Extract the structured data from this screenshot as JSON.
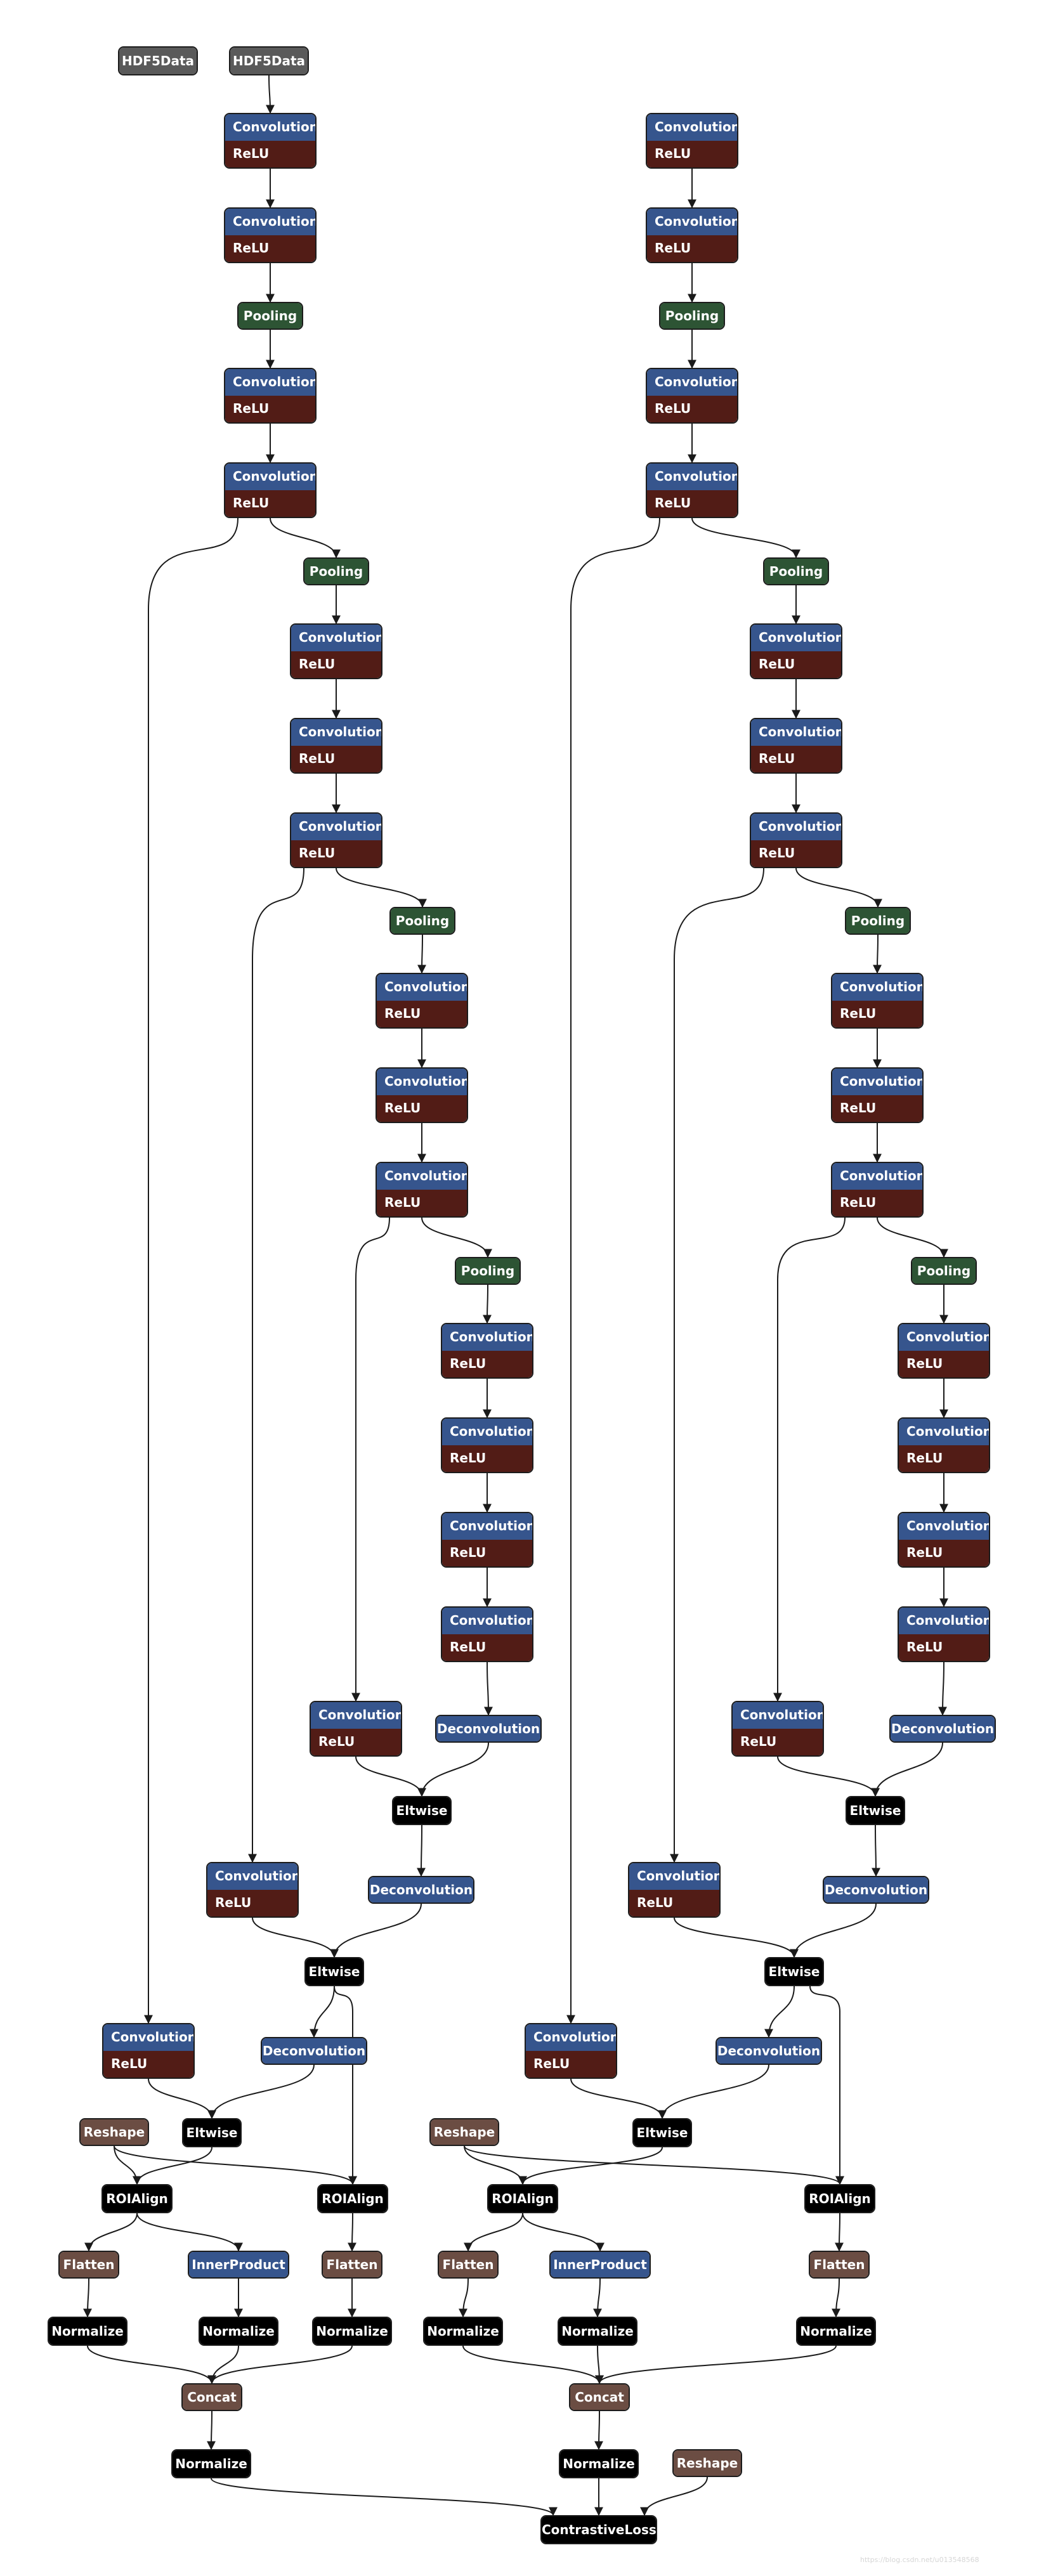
{
  "colors": {
    "convolution": "#36558d",
    "relu": "#521c16",
    "pooling": "#2d5434",
    "data": "#5a5a5a",
    "reshape_flatten_concat": "#6b4d43",
    "eltwise_roi_normalize_loss": "#000000",
    "edge": "#1a1a1a",
    "background": "#ffffff"
  },
  "nodes": [
    {
      "id": "d1",
      "kind": "data",
      "label": "HDF5Data"
    },
    {
      "id": "d2",
      "kind": "data",
      "label": "HDF5Data"
    },
    {
      "id": "a1",
      "kind": "conv",
      "label": "Convolution",
      "sub": "ReLU"
    },
    {
      "id": "a2",
      "kind": "conv",
      "label": "Convolution",
      "sub": "ReLU"
    },
    {
      "id": "ap1",
      "kind": "pool",
      "label": "Pooling"
    },
    {
      "id": "a3",
      "kind": "conv",
      "label": "Convolution",
      "sub": "ReLU"
    },
    {
      "id": "a4",
      "kind": "conv",
      "label": "Convolution",
      "sub": "ReLU"
    },
    {
      "id": "ap2",
      "kind": "pool",
      "label": "Pooling"
    },
    {
      "id": "a5",
      "kind": "conv",
      "label": "Convolution",
      "sub": "ReLU"
    },
    {
      "id": "a6",
      "kind": "conv",
      "label": "Convolution",
      "sub": "ReLU"
    },
    {
      "id": "a7",
      "kind": "conv",
      "label": "Convolution",
      "sub": "ReLU"
    },
    {
      "id": "ap3",
      "kind": "pool",
      "label": "Pooling"
    },
    {
      "id": "a8",
      "kind": "conv",
      "label": "Convolution",
      "sub": "ReLU"
    },
    {
      "id": "a9",
      "kind": "conv",
      "label": "Convolution",
      "sub": "ReLU"
    },
    {
      "id": "a10",
      "kind": "conv",
      "label": "Convolution",
      "sub": "ReLU"
    },
    {
      "id": "ap4",
      "kind": "pool",
      "label": "Pooling"
    },
    {
      "id": "a11",
      "kind": "conv",
      "label": "Convolution",
      "sub": "ReLU"
    },
    {
      "id": "a12",
      "kind": "conv",
      "label": "Convolution",
      "sub": "ReLU"
    },
    {
      "id": "a13",
      "kind": "conv",
      "label": "Convolution",
      "sub": "ReLU"
    },
    {
      "id": "a14",
      "kind": "conv",
      "label": "Convolution",
      "sub": "ReLU"
    },
    {
      "id": "aL1",
      "kind": "conv",
      "label": "Convolution",
      "sub": "ReLU"
    },
    {
      "id": "adc1",
      "kind": "deconv",
      "label": "Deconvolution"
    },
    {
      "id": "ae1",
      "kind": "black",
      "label": "Eltwise"
    },
    {
      "id": "aL2",
      "kind": "conv",
      "label": "Convolution",
      "sub": "ReLU"
    },
    {
      "id": "adc2",
      "kind": "deconv",
      "label": "Deconvolution"
    },
    {
      "id": "ae2",
      "kind": "black",
      "label": "Eltwise"
    },
    {
      "id": "aL3",
      "kind": "conv",
      "label": "Convolution",
      "sub": "ReLU"
    },
    {
      "id": "adc3",
      "kind": "deconv",
      "label": "Deconvolution"
    },
    {
      "id": "ars",
      "kind": "misc",
      "label": "Reshape"
    },
    {
      "id": "ae3",
      "kind": "black",
      "label": "Eltwise"
    },
    {
      "id": "aroi1",
      "kind": "black",
      "label": "ROIAlign"
    },
    {
      "id": "aroi2",
      "kind": "black",
      "label": "ROIAlign"
    },
    {
      "id": "afl1",
      "kind": "misc",
      "label": "Flatten"
    },
    {
      "id": "aip",
      "kind": "deconv",
      "label": "InnerProduct"
    },
    {
      "id": "afl2",
      "kind": "misc",
      "label": "Flatten"
    },
    {
      "id": "an1",
      "kind": "black",
      "label": "Normalize"
    },
    {
      "id": "an2",
      "kind": "black",
      "label": "Normalize"
    },
    {
      "id": "an3",
      "kind": "black",
      "label": "Normalize"
    },
    {
      "id": "acc",
      "kind": "misc",
      "label": "Concat"
    },
    {
      "id": "an4",
      "kind": "black",
      "label": "Normalize"
    },
    {
      "id": "b1",
      "kind": "conv",
      "label": "Convolution",
      "sub": "ReLU"
    },
    {
      "id": "b2",
      "kind": "conv",
      "label": "Convolution",
      "sub": "ReLU"
    },
    {
      "id": "bp1",
      "kind": "pool",
      "label": "Pooling"
    },
    {
      "id": "b3",
      "kind": "conv",
      "label": "Convolution",
      "sub": "ReLU"
    },
    {
      "id": "b4",
      "kind": "conv",
      "label": "Convolution",
      "sub": "ReLU"
    },
    {
      "id": "bp2",
      "kind": "pool",
      "label": "Pooling"
    },
    {
      "id": "b5",
      "kind": "conv",
      "label": "Convolution",
      "sub": "ReLU"
    },
    {
      "id": "b6",
      "kind": "conv",
      "label": "Convolution",
      "sub": "ReLU"
    },
    {
      "id": "b7",
      "kind": "conv",
      "label": "Convolution",
      "sub": "ReLU"
    },
    {
      "id": "bp3",
      "kind": "pool",
      "label": "Pooling"
    },
    {
      "id": "b8",
      "kind": "conv",
      "label": "Convolution",
      "sub": "ReLU"
    },
    {
      "id": "b9",
      "kind": "conv",
      "label": "Convolution",
      "sub": "ReLU"
    },
    {
      "id": "b10",
      "kind": "conv",
      "label": "Convolution",
      "sub": "ReLU"
    },
    {
      "id": "bp4",
      "kind": "pool",
      "label": "Pooling"
    },
    {
      "id": "b11",
      "kind": "conv",
      "label": "Convolution",
      "sub": "ReLU"
    },
    {
      "id": "b12",
      "kind": "conv",
      "label": "Convolution",
      "sub": "ReLU"
    },
    {
      "id": "b13",
      "kind": "conv",
      "label": "Convolution",
      "sub": "ReLU"
    },
    {
      "id": "b14",
      "kind": "conv",
      "label": "Convolution",
      "sub": "ReLU"
    },
    {
      "id": "bL1",
      "kind": "conv",
      "label": "Convolution",
      "sub": "ReLU"
    },
    {
      "id": "bdc1",
      "kind": "deconv",
      "label": "Deconvolution"
    },
    {
      "id": "be1",
      "kind": "black",
      "label": "Eltwise"
    },
    {
      "id": "bL2",
      "kind": "conv",
      "label": "Convolution",
      "sub": "ReLU"
    },
    {
      "id": "bdc2",
      "kind": "deconv",
      "label": "Deconvolution"
    },
    {
      "id": "be2",
      "kind": "black",
      "label": "Eltwise"
    },
    {
      "id": "bL3",
      "kind": "conv",
      "label": "Convolution",
      "sub": "ReLU"
    },
    {
      "id": "bdc3",
      "kind": "deconv",
      "label": "Deconvolution"
    },
    {
      "id": "brs",
      "kind": "misc",
      "label": "Reshape"
    },
    {
      "id": "be3",
      "kind": "black",
      "label": "Eltwise"
    },
    {
      "id": "broi1",
      "kind": "black",
      "label": "ROIAlign"
    },
    {
      "id": "broi2",
      "kind": "black",
      "label": "ROIAlign"
    },
    {
      "id": "bfl1",
      "kind": "misc",
      "label": "Flatten"
    },
    {
      "id": "bip",
      "kind": "deconv",
      "label": "InnerProduct"
    },
    {
      "id": "bfl2",
      "kind": "misc",
      "label": "Flatten"
    },
    {
      "id": "bn1",
      "kind": "black",
      "label": "Normalize"
    },
    {
      "id": "bn2",
      "kind": "black",
      "label": "Normalize"
    },
    {
      "id": "bn3",
      "kind": "black",
      "label": "Normalize"
    },
    {
      "id": "bcc",
      "kind": "misc",
      "label": "Concat"
    },
    {
      "id": "bn4",
      "kind": "black",
      "label": "Normalize"
    },
    {
      "id": "rs3",
      "kind": "misc",
      "label": "Reshape"
    },
    {
      "id": "loss",
      "kind": "black",
      "label": "ContrastiveLoss"
    }
  ],
  "edges": [
    [
      "d2",
      "a1"
    ],
    [
      "a1",
      "a2"
    ],
    [
      "a2",
      "ap1"
    ],
    [
      "ap1",
      "a3"
    ],
    [
      "a3",
      "a4"
    ],
    [
      "a4",
      "ap2"
    ],
    [
      "a4",
      "aL3"
    ],
    [
      "ap2",
      "a5"
    ],
    [
      "a5",
      "a6"
    ],
    [
      "a6",
      "a7"
    ],
    [
      "a7",
      "ap3"
    ],
    [
      "a7",
      "aL2"
    ],
    [
      "ap3",
      "a8"
    ],
    [
      "a8",
      "a9"
    ],
    [
      "a9",
      "a10"
    ],
    [
      "a10",
      "ap4"
    ],
    [
      "a10",
      "aL1"
    ],
    [
      "ap4",
      "a11"
    ],
    [
      "a11",
      "a12"
    ],
    [
      "a12",
      "a13"
    ],
    [
      "a13",
      "a14"
    ],
    [
      "a14",
      "adc1"
    ],
    [
      "adc1",
      "ae1"
    ],
    [
      "aL1",
      "ae1"
    ],
    [
      "ae1",
      "adc2"
    ],
    [
      "adc2",
      "ae2"
    ],
    [
      "aL2",
      "ae2"
    ],
    [
      "ae2",
      "adc3"
    ],
    [
      "ae2",
      "aroi2"
    ],
    [
      "adc3",
      "ae3"
    ],
    [
      "aL3",
      "ae3"
    ],
    [
      "ars",
      "aroi1"
    ],
    [
      "ars",
      "aroi2"
    ],
    [
      "ae3",
      "aroi1"
    ],
    [
      "aroi1",
      "afl1"
    ],
    [
      "aroi1",
      "aip"
    ],
    [
      "aroi2",
      "afl2"
    ],
    [
      "afl1",
      "an1"
    ],
    [
      "aip",
      "an2"
    ],
    [
      "afl2",
      "an3"
    ],
    [
      "an1",
      "acc"
    ],
    [
      "an2",
      "acc"
    ],
    [
      "an3",
      "acc"
    ],
    [
      "acc",
      "an4"
    ],
    [
      "an4",
      "loss"
    ],
    [
      "b1",
      "b2"
    ],
    [
      "b2",
      "bp1"
    ],
    [
      "bp1",
      "b3"
    ],
    [
      "b3",
      "b4"
    ],
    [
      "b4",
      "bp2"
    ],
    [
      "b4",
      "bL3"
    ],
    [
      "bp2",
      "b5"
    ],
    [
      "b5",
      "b6"
    ],
    [
      "b6",
      "b7"
    ],
    [
      "b7",
      "bp3"
    ],
    [
      "b7",
      "bL2"
    ],
    [
      "bp3",
      "b8"
    ],
    [
      "b8",
      "b9"
    ],
    [
      "b9",
      "b10"
    ],
    [
      "b10",
      "bp4"
    ],
    [
      "b10",
      "bL1"
    ],
    [
      "bp4",
      "b11"
    ],
    [
      "b11",
      "b12"
    ],
    [
      "b12",
      "b13"
    ],
    [
      "b13",
      "b14"
    ],
    [
      "b14",
      "bdc1"
    ],
    [
      "bdc1",
      "be1"
    ],
    [
      "bL1",
      "be1"
    ],
    [
      "be1",
      "bdc2"
    ],
    [
      "bdc2",
      "be2"
    ],
    [
      "bL2",
      "be2"
    ],
    [
      "be2",
      "bdc3"
    ],
    [
      "be2",
      "broi2"
    ],
    [
      "bdc3",
      "be3"
    ],
    [
      "bL3",
      "be3"
    ],
    [
      "brs",
      "broi1"
    ],
    [
      "brs",
      "broi2"
    ],
    [
      "be3",
      "broi1"
    ],
    [
      "broi1",
      "bfl1"
    ],
    [
      "broi1",
      "bip"
    ],
    [
      "broi2",
      "bfl2"
    ],
    [
      "bfl1",
      "bn1"
    ],
    [
      "bip",
      "bn2"
    ],
    [
      "bfl2",
      "bn3"
    ],
    [
      "bn1",
      "bcc"
    ],
    [
      "bn2",
      "bcc"
    ],
    [
      "bn3",
      "bcc"
    ],
    [
      "bcc",
      "bn4"
    ],
    [
      "bn4",
      "loss"
    ],
    [
      "rs3",
      "loss"
    ]
  ],
  "watermark": "https://blog.csdn.net/u013548568"
}
